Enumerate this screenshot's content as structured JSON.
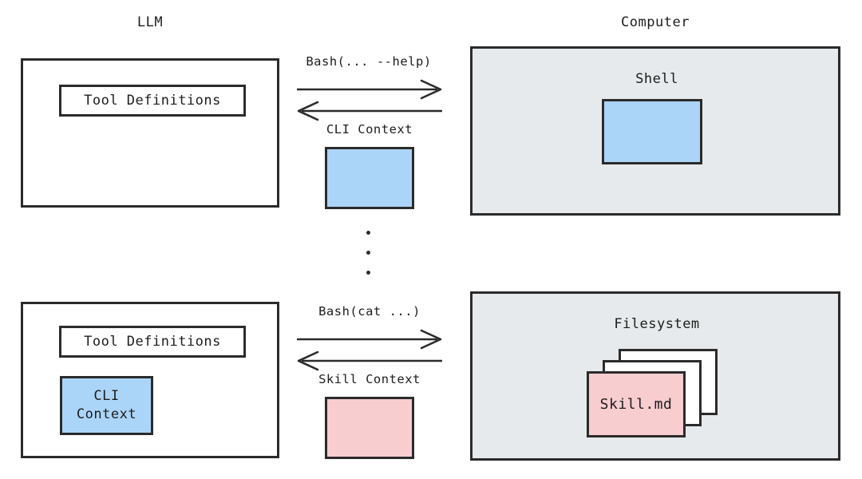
{
  "diagram": {
    "title": "LLM to Computer skill-loading flow",
    "colors": {
      "stroke": "#2b2b2b",
      "text": "#1d1d1d",
      "page_background": "#ffffff",
      "panel_shaded": "#e6eaec",
      "accent_blue": "#abd5f8",
      "accent_pink": "#f8cdd0"
    }
  },
  "columns": {
    "left_caption": "LLM",
    "right_caption": "Computer"
  },
  "top_row": {
    "llm_panel": {
      "tool_definitions_label": "Tool Definitions"
    },
    "exchange": {
      "request_label": "Bash(... --help)",
      "response_label": "CLI Context",
      "request_direction": "right",
      "response_direction": "left",
      "payload_swatch_color": "#abd5f8"
    },
    "computer_panel": {
      "caption": "Shell",
      "shell_swatch_color": "#abd5f8"
    }
  },
  "ellipsis": {
    "dot_count": 3,
    "meaning": "repeated turns"
  },
  "bottom_row": {
    "llm_panel": {
      "tool_definitions_label": "Tool Definitions",
      "cli_context_label": "CLI\nContext"
    },
    "exchange": {
      "request_label": "Bash(cat ...)",
      "response_label": "Skill Context",
      "request_direction": "right",
      "response_direction": "left",
      "payload_swatch_color": "#f8cdd0"
    },
    "computer_panel": {
      "caption": "Filesystem",
      "cards": [
        {
          "label": "",
          "fill": "#ffffff"
        },
        {
          "label": "",
          "fill": "#ffffff"
        },
        {
          "label": "Skill.md",
          "fill": "#f8cdd0"
        }
      ]
    }
  }
}
